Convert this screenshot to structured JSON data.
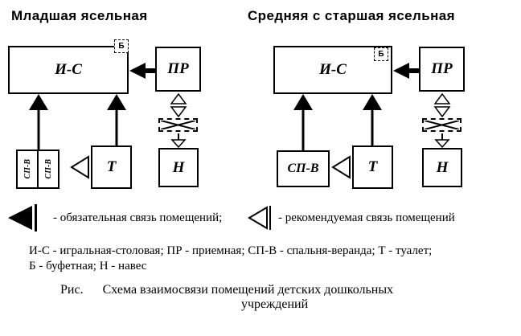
{
  "diagrams": [
    {
      "title": "Младшая ясельная",
      "rooms": {
        "is": "И-С",
        "b": "Б",
        "pr": "ПР",
        "n": "Н",
        "t": "Т",
        "spv1": "СП-В",
        "spv2": "СП-В"
      }
    },
    {
      "title": "Средняя с старшая ясельная",
      "rooms": {
        "is": "И-С",
        "b": "Б",
        "pr": "ПР",
        "n": "Н",
        "t": "Т",
        "spv": "СП-В"
      }
    }
  ],
  "legend": [
    {
      "icon": "solid-left-arrow",
      "label": "- обязательная связь помещений;"
    },
    {
      "icon": "outline-left-arrow",
      "label": "- рекомендуемая связь помещений"
    }
  ],
  "definitions": [
    "И-С - игральная-столовая; ПР - приемная; СП-В - спальня-веранда; Т - туалет;",
    "Б - буфетная; Н - навес"
  ],
  "caption": {
    "line1": "Рис.      Схема взаимосвязи помещений детских дошкольных",
    "line2": "учреждений"
  },
  "colors": {
    "ink": "#000000",
    "background": "#ffffff"
  }
}
